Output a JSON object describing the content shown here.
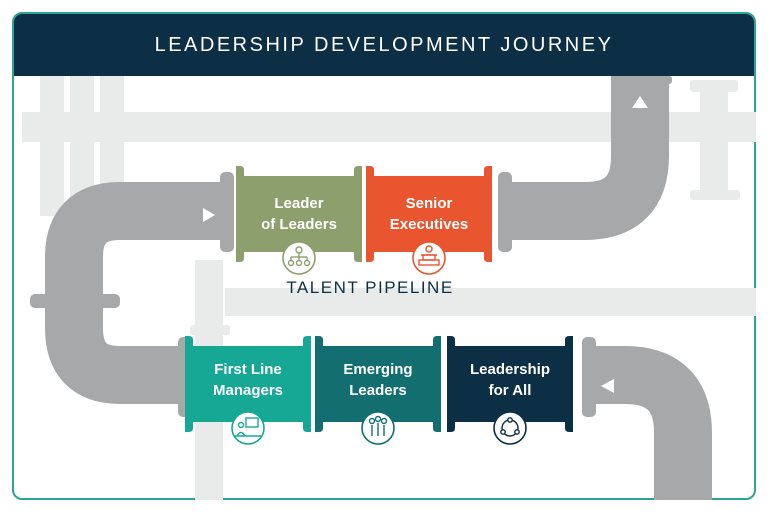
{
  "header": {
    "title": "LEADERSHIP DEVELOPMENT JOURNEY"
  },
  "pipeline": {
    "label": "TALENT PIPELINE"
  },
  "stages": [
    {
      "line1": "First Line",
      "line2": "Managers",
      "color": "#17a895",
      "icon": "manager-presentation-icon"
    },
    {
      "line1": "Emerging",
      "line2": "Leaders",
      "color": "#136e70",
      "icon": "group-people-icon"
    },
    {
      "line1": "Leadership",
      "line2": "for All",
      "color": "#0d2f45",
      "icon": "circle-network-icon"
    },
    {
      "line1": "Leader",
      "line2": "of Leaders",
      "color": "#8e9f6e",
      "icon": "org-chart-icon"
    },
    {
      "line1": "Senior",
      "line2": "Executives",
      "color": "#e8552f",
      "icon": "executive-podium-icon"
    }
  ],
  "colors": {
    "header": "#0d2f45",
    "border": "#2aa597",
    "pipe": "#a7a8aa",
    "pipe_dark": "#8f9092",
    "background_pipe": "#e9ebea"
  }
}
